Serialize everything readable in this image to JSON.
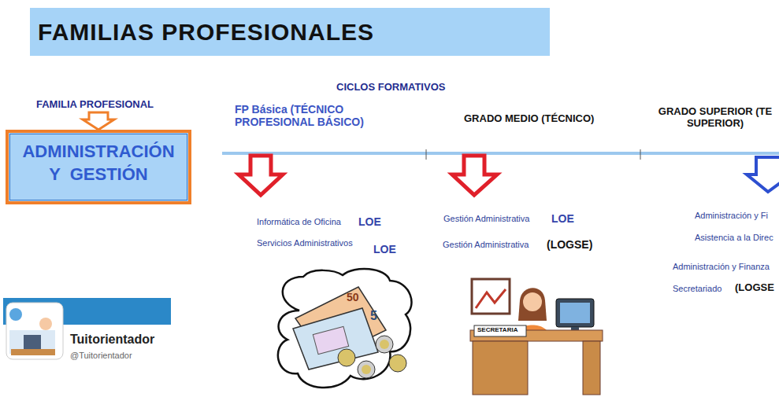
{
  "diagram": {
    "title": "FAMILIAS PROFESIONALES",
    "nodes": [
      {
        "text": [
          "ADMINISTRACIÓN Y GESTIÓN"
        ]
      }
    ],
    "labels": [
      "FAMILIA PROFESIONAL",
      "CICLOS FORMATIVOS",
      "FP Básica (TÉCNICO PROFESIONAL BÁSICO)",
      "GRADO MEDIO (TÉCNICO)",
      "GRADO SUPERIOR (TE SUPERIOR)",
      "Informática de Oficina",
      "LOE",
      "Servicios Administrativos",
      "LOE",
      "Gestión Administrativa",
      "LOE",
      "Gestión Administrativa",
      "(LOGSE)",
      "Administración y Fi",
      "Asistencia a la Direc",
      "Administración y Finanza",
      "Secretariado",
      "(LOGSE",
      "Tuitorientador",
      "@Tuitorientador",
      "50",
      "5",
      "SECRETARIA"
    ]
  }
}
